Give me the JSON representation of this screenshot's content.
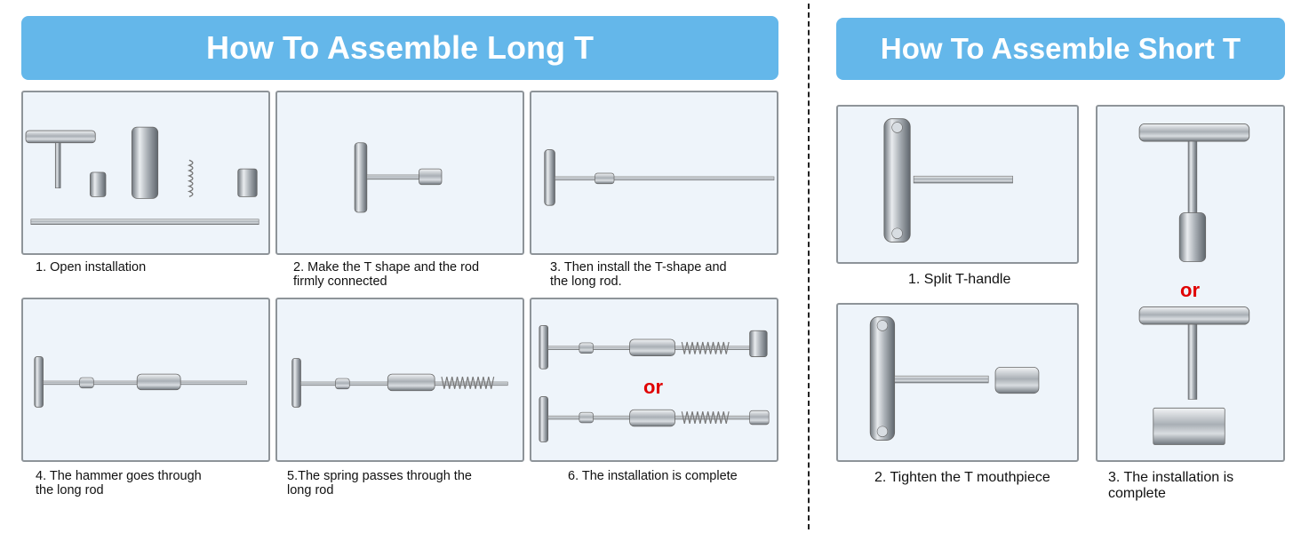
{
  "long_section": {
    "title": "How To Assemble Long T",
    "steps": [
      {
        "caption": "1. Open installation"
      },
      {
        "caption": "2. Make the T shape and the rod\n    firmly connected"
      },
      {
        "caption": "3. Then install the T-shape and\n    the long rod."
      },
      {
        "caption": "4. The hammer goes through\nthe long rod"
      },
      {
        "caption": "5.The spring passes through the\nlong rod"
      },
      {
        "caption": "6. The installation is complete",
        "or_text": "or"
      }
    ]
  },
  "short_section": {
    "title": "How To Assemble Short T",
    "steps": [
      {
        "caption": "1. Split T-handle"
      },
      {
        "caption": "2. Tighten the T mouthpiece"
      },
      {
        "caption": "3. The installation is\ncomplete",
        "or_text": "or"
      }
    ]
  },
  "colors": {
    "banner": "#64b7ea",
    "panel_bg": "#eef4fa",
    "panel_border": "#8e9499",
    "or_text": "#e00000",
    "metal": "#b9bec3"
  },
  "icons": [
    "t-handle-icon",
    "rod-icon",
    "hammer-weight-icon",
    "spring-icon",
    "mouthpiece-icon",
    "dent-tab-icon"
  ]
}
